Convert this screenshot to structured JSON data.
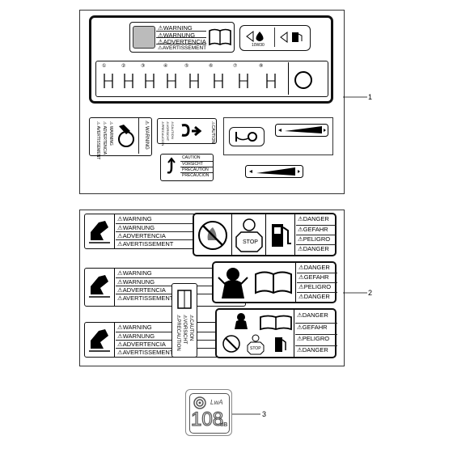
{
  "callouts": [
    "1",
    "2",
    "3"
  ],
  "warn4": [
    "⚠WARNING",
    "⚠WARNUNG",
    "⚠ADVERTENCIA",
    "⚠AVERTISSEMENT"
  ],
  "warn4_v": [
    "⚠ WARNING",
    "⚠ ADVERTENCIA",
    "⚠ AVERTISSEMENT"
  ],
  "oil_label": "10W30",
  "stage_numbers": [
    "①",
    "②",
    "③",
    "④",
    "⑤",
    "⑥",
    "⑦",
    "⑧"
  ],
  "warning_short": "⚠ WARNING",
  "caution_top": [
    "⚠CAUTION",
    "⚠VORSICHT",
    "⚠PRECAUCION"
  ],
  "caution_small": [
    "CAUTION",
    "VORSICHT",
    "PRECAUTION",
    "PRECAUCION"
  ],
  "danger4": [
    "⚠DANGER",
    "⚠GEFAHR",
    "⚠PELIGRO",
    "⚠DANGER"
  ],
  "stop": "STOP",
  "caution_vertical": [
    "⚠CAUTION",
    "⚠VORSICHT",
    "⚠PRECAUTION"
  ],
  "sound": {
    "lwa": "LwA",
    "value": "108",
    "unit": "dB"
  }
}
